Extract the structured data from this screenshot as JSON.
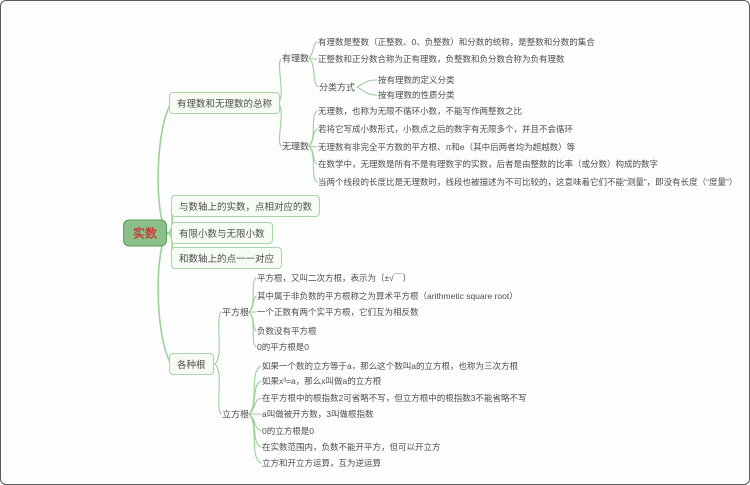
{
  "root": {
    "label": "实数"
  },
  "branches": {
    "summary": {
      "label": "有理数和无理数的总称"
    },
    "axis_real": {
      "label": "与数轴上的实数，点相对应的数"
    },
    "decimals": {
      "label": "有限小数与无限小数"
    },
    "axis_points": {
      "label": "和数轴上的点一一对应"
    },
    "roots": {
      "label": "各种根"
    }
  },
  "rational": {
    "label": "有理数",
    "lines": [
      "有理数是整数（正整数、0、负整数）和分数的统称，是整数和分数的集合",
      "正整数和正分数合称为正有理数，负整数和负分数合称为负有理数"
    ],
    "classification": {
      "label": "分类方式",
      "children": [
        "按有理数的定义分类",
        "按有理数的性质分类"
      ]
    }
  },
  "irrational": {
    "label": "无理数",
    "lines": [
      "无理数，也称为无限不循环小数，不能写作两整数之比",
      "若将它写成小数形式，小数点之后的数字有无限多个，并且不会循环",
      "无理数有非完全平方数的平方根、π和e（其中后两者均为超越数）等",
      "在数学中，无理数是所有不是有理数字的实数，后者是由整数的比率（或分数）构成的数字",
      "当两个线段的长度比是无理数时，线段也被描述为不可比较的，这意味着它们不能“测量”，即没有长度（“度量”）"
    ]
  },
  "square_root": {
    "label": "平方根",
    "lines": [
      "平方根，又叫二次方根，表示为〔±√￣〕",
      "其中属于非负数的平方根称之为算术平方根（arithmetic square root）",
      "一个正数有两个实平方根，它们互为相反数",
      "负数没有平方根",
      "0的平方根是0"
    ]
  },
  "cube_root": {
    "label": "立方根",
    "lines": [
      "如果一个数的立方等于a，那么这个数叫a的立方根，也称为三次方根",
      "如果x³=a，那么x叫做a的立方根",
      "在平方根中的根指数2可省略不写，但立方根中的根指数3不能省略不写",
      "a叫做被开方数，3叫做根指数",
      "0的立方根是0",
      "在实数范围内，负数不能开平方，但可以开立方",
      "立方和开立方运算，互为逆运算"
    ]
  },
  "colors": {
    "branch_line": "#9ccf9c",
    "box_border": "#a9d3a9",
    "box_fill": "#f6fbf4",
    "root_fill": "#8bc08b",
    "root_border": "#579e57",
    "root_text": "#c0443a",
    "note_text": "#4d4d4d"
  }
}
